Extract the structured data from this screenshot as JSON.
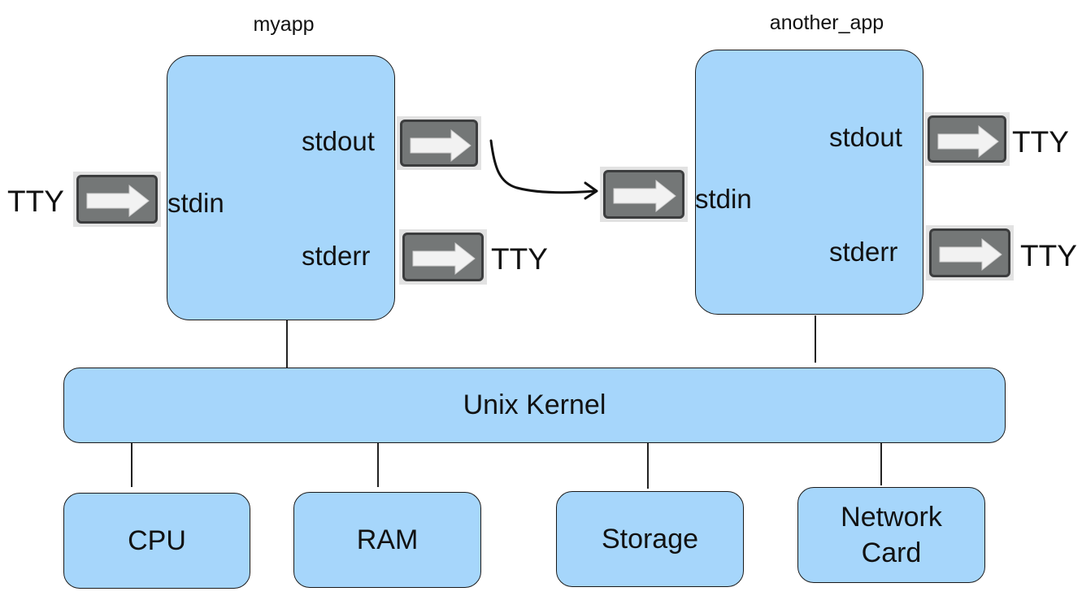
{
  "apps": {
    "myapp": {
      "title": "myapp",
      "stdin": "stdin",
      "stdout": "stdout",
      "stderr": "stderr",
      "stdin_source": "TTY",
      "stderr_target": "TTY"
    },
    "another_app": {
      "title": "another_app",
      "stdin": "stdin",
      "stdout": "stdout",
      "stderr": "stderr",
      "stdout_target": "TTY",
      "stderr_target": "TTY"
    }
  },
  "kernel": {
    "label": "Unix Kernel"
  },
  "hardware": {
    "cpu": "CPU",
    "ram": "RAM",
    "storage": "Storage",
    "network": "Network\nCard"
  },
  "colors": {
    "box_fill": "#a6d6fb",
    "arrow_icon": "#747777"
  },
  "icons": {
    "stream_arrow": "right-arrow-icon",
    "pipe": "curved-arrow"
  }
}
